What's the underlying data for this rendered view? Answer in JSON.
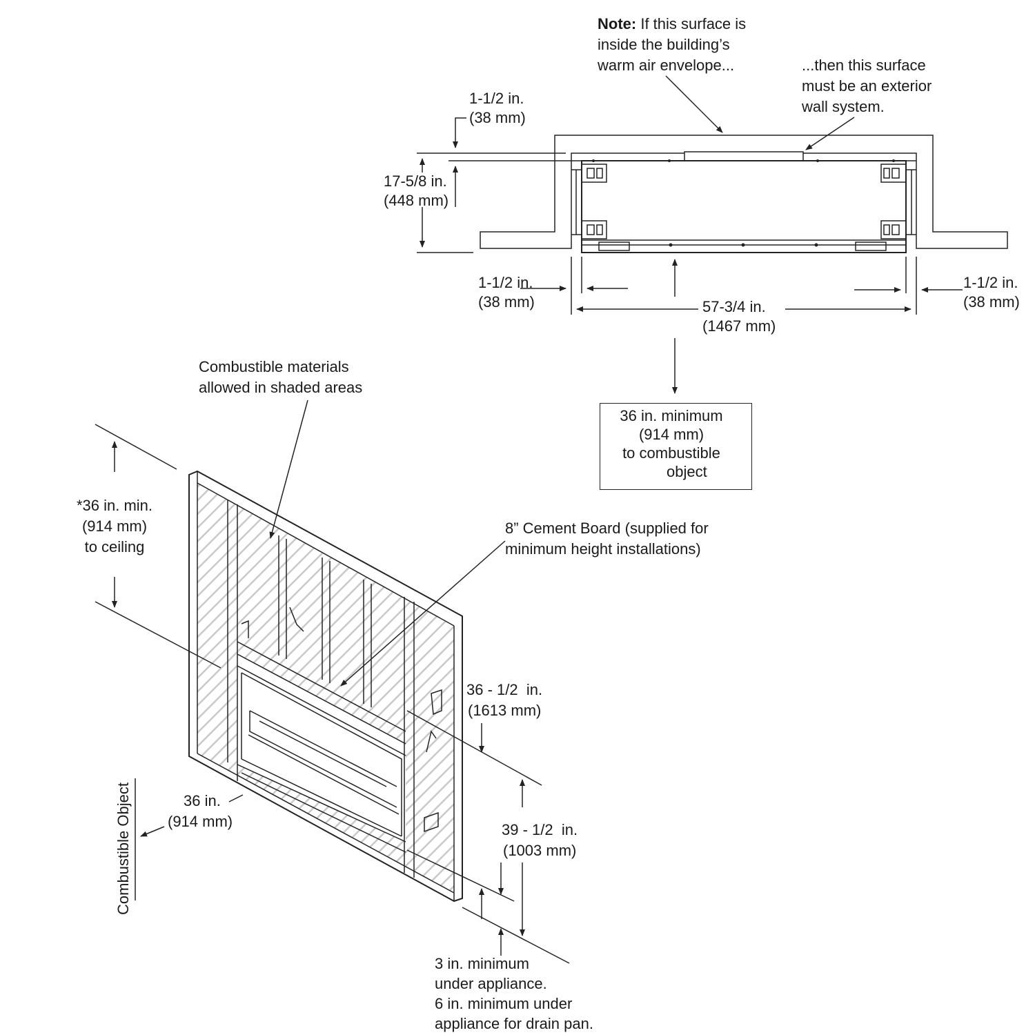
{
  "top_view": {
    "note_label": "Note:",
    "note_line1_rest": " If this surface is",
    "note_line2": "inside the building’s",
    "note_line3": "warm air envelope...",
    "then_line1": "...then this surface",
    "then_line2": "must be an exterior",
    "then_line3": "wall system.",
    "dim_top_in": "1-1/2 in.",
    "dim_top_mm": "(38 mm)",
    "dim_depth_in": "17-5/8 in.",
    "dim_depth_mm": "(448 mm)",
    "dim_left_in": "1-1/2 in.",
    "dim_left_mm": "(38 mm)",
    "dim_right_in": "1-1/2 in.",
    "dim_right_mm": "(38 mm)",
    "dim_width_in": "57-3/4 in.",
    "dim_width_mm": "(1467 mm)",
    "front_clear_line1": "36 in. minimum",
    "front_clear_line2": "(914 mm)",
    "front_clear_line3": "to combustible",
    "front_clear_line4": "object"
  },
  "iso_view": {
    "combustible_line1": "Combustible materials",
    "combustible_line2": "allowed in shaded areas",
    "cement_line1": "8” Cement Board (supplied for",
    "cement_line2": "minimum height installations)",
    "ceiling_line1": "*36 in. min.",
    "ceiling_line2": "(914 mm)",
    "ceiling_line3": "to ceiling",
    "height_in": "36 - 1/2  in.",
    "height_mm": "(1613 mm)",
    "opening_in": "39 - 1/2  in.",
    "opening_mm": "(1003 mm)",
    "side_in": "36 in.",
    "side_mm": "(914 mm)",
    "combustible_object": "Combustible Object",
    "under_line1": "3 in. minimum",
    "under_line2": "under appliance.",
    "under_line3": "6 in. minimum under",
    "under_line4": "appliance for drain pan."
  }
}
